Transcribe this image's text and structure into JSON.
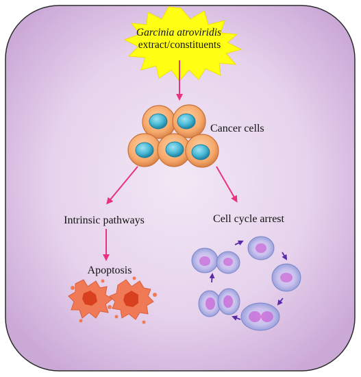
{
  "source": {
    "name_line": "Garcinia atroviridis",
    "desc_line": "extract/constituents"
  },
  "nodes": {
    "cancer_cells": "Cancer cells",
    "intrinsic_pathways": "Intrinsic pathways",
    "cell_cycle_arrest": "Cell cycle arrest",
    "apoptosis": "Apoptosis"
  },
  "colors": {
    "panel_fill_center": "#efe2f3",
    "panel_fill_edge": "#d2b2dd",
    "panel_stroke": "#2a2a2a",
    "burst_fill": "#ffff14",
    "burst_stroke": "#e8d800",
    "arrow": "#e8327f",
    "cell_body": "#f6a96a",
    "cell_body_edge": "#c87038",
    "nucleus": "#47b8d4",
    "nucleus_edge": "#1f7f9e",
    "apoptotic": "#f07a56",
    "apoptotic_core": "#d8401f",
    "cycle_cell": "#c6c8ee",
    "cycle_chromatin": "#c14fd0",
    "cycle_arrow": "#5a2aa8"
  }
}
